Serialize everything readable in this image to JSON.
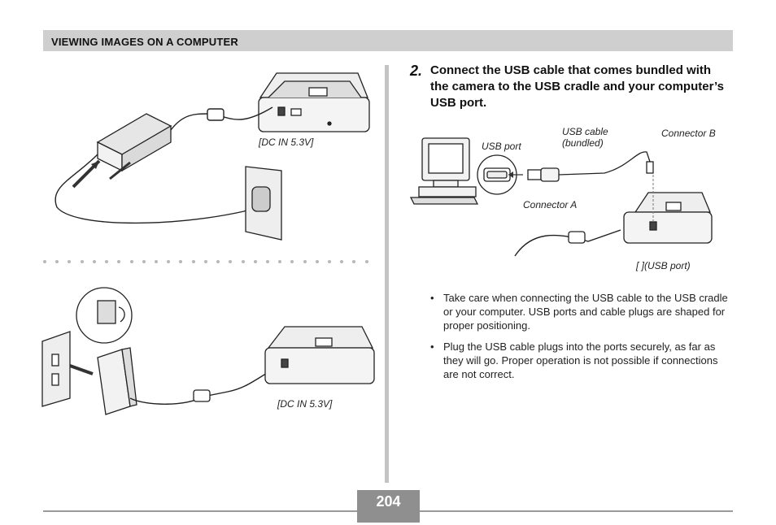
{
  "header": {
    "title": "VIEWING IMAGES ON A COMPUTER"
  },
  "step": {
    "number": "2.",
    "text": "Connect the USB cable that comes bundled with the camera to the USB cradle and your computer’s USB port."
  },
  "labels": {
    "dc_in_top": "[DC IN 5.3V]",
    "dc_in_bottom": "[DC IN 5.3V]",
    "usb_port": "USB port",
    "usb_cable_line1": "USB cable",
    "usb_cable_line2": "(bundled)",
    "connector_b": "Connector B",
    "connector_a": "Connector A",
    "usb_port_cradle": "[ ](USB port)"
  },
  "bullets": [
    "Take care when connecting the USB cable to the USB cradle or your computer. USB ports and cable plugs are shaped for proper positioning.",
    "Plug the USB cable plugs into the ports securely, as far as they will go. Proper operation is not possible if connections are not correct."
  ],
  "page": {
    "number": "204"
  }
}
